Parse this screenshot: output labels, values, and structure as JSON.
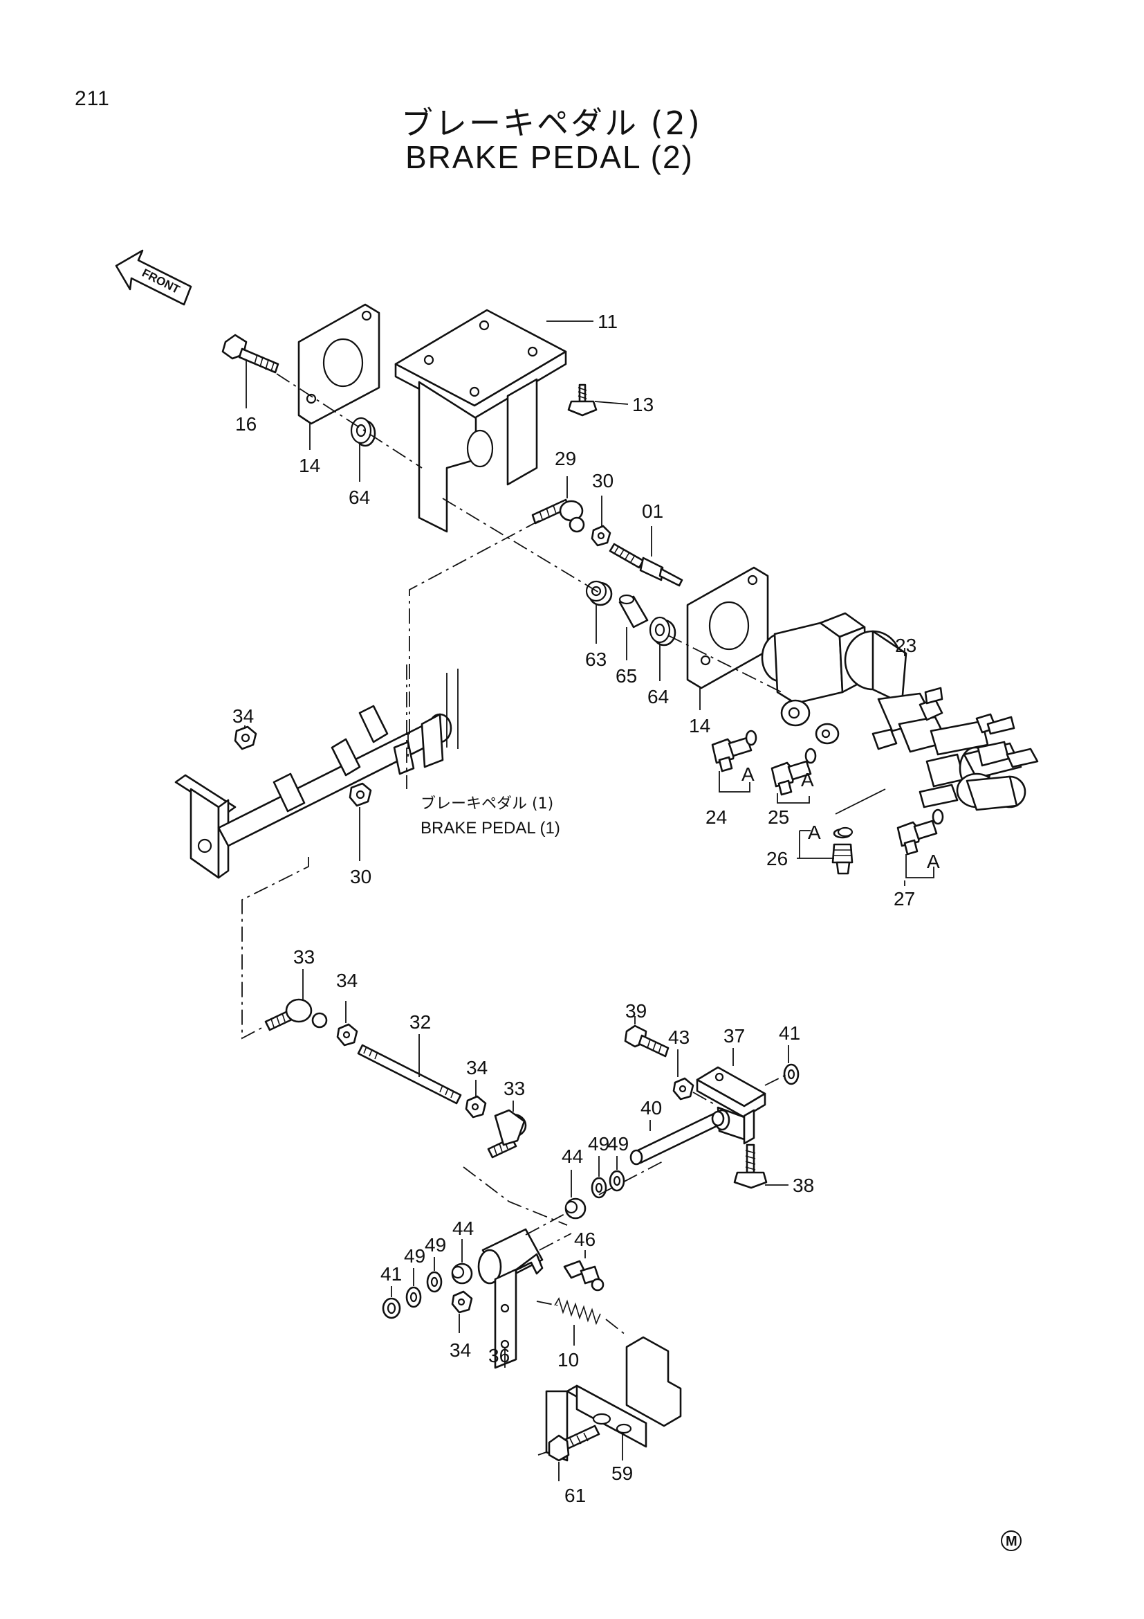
{
  "page_number": "211",
  "title_jp": "ブレーキペダル (2)",
  "title_en": "BRAKE PEDAL (2)",
  "front_label": "FRONT",
  "reference": {
    "jp": "ブレーキペダル (1)",
    "en": "BRAKE PEDAL (1)"
  },
  "detail_marker": "A",
  "corner_mark": "M",
  "callouts": {
    "c11": "11",
    "c13": "13",
    "c16": "16",
    "c14a": "14",
    "c64a": "64",
    "c29": "29",
    "c30a": "30",
    "c01": "01",
    "c63": "63",
    "c65": "65",
    "c64b": "64",
    "c14b": "14",
    "c23": "23",
    "c34a": "34",
    "c30b": "30",
    "c24": "24",
    "c25": "25",
    "c26": "26",
    "c27": "27",
    "c33a": "33",
    "c34b": "34",
    "c32": "32",
    "c34c": "34",
    "c33b": "33",
    "c39": "39",
    "c43": "43",
    "c37": "37",
    "c41a": "41",
    "c40": "40",
    "c38": "38",
    "c44a": "44",
    "c49a": "49",
    "c49b": "49",
    "c44b": "44",
    "c49c": "49",
    "c49d": "49",
    "c41b": "41",
    "c46": "46",
    "c34d": "34",
    "c36": "36",
    "c10": "10",
    "c59": "59",
    "c61": "61"
  }
}
